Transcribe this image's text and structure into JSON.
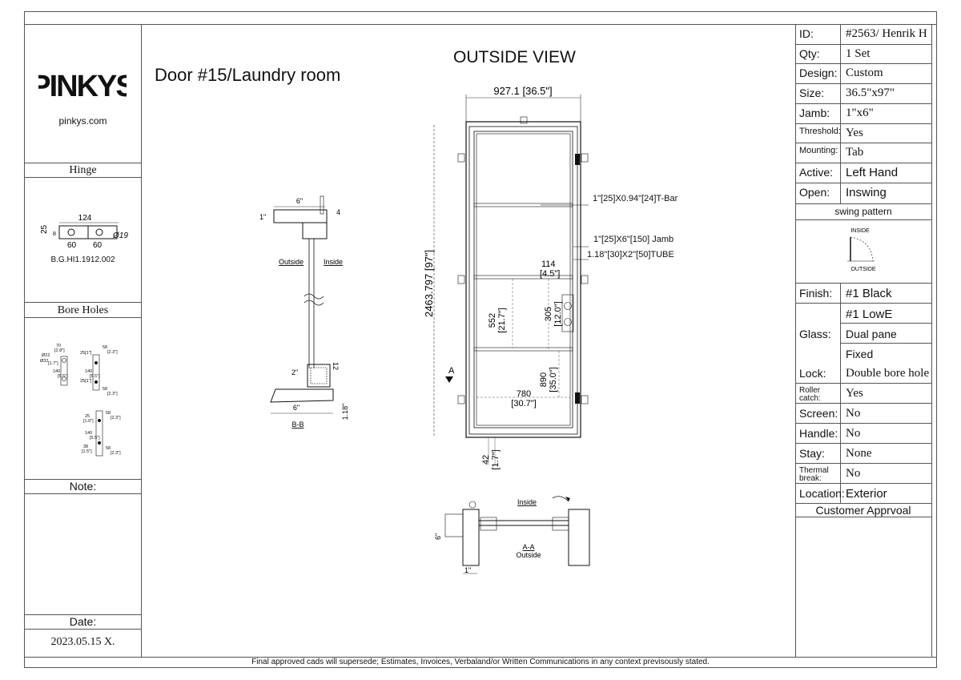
{
  "brand": {
    "logo_text": "PINKYS",
    "website": "pinkys.com"
  },
  "sections": {
    "hinge": {
      "title": "Hinge",
      "dims": {
        "width": "124",
        "height": "25",
        "inner": "8",
        "left": "60",
        "right": "60",
        "diameter": "Ø19"
      },
      "code": "B.G.HI1.1912.002"
    },
    "bore_holes": {
      "title": "Bore Holes",
      "top_dims": [
        "70",
        "[2.8\"]",
        "Ø22",
        "Ø32",
        "[1.7\"]",
        "140",
        "[5.5\"]",
        "25[1\"]",
        "140",
        "[5.5\"]",
        "58",
        "[2.3\"]",
        "25[1\"]",
        "58",
        "[2.3\"]"
      ],
      "bottom_dims": [
        "25",
        "[1.0\"]",
        "140",
        "[5.5\"]",
        "38",
        "[1.5\"]",
        "58",
        "[2.3\"]",
        "58",
        "[2.3\"]"
      ]
    },
    "note": {
      "title": "Note:"
    },
    "date": {
      "title": "Date:",
      "value": "2023.05.15 X."
    }
  },
  "drawing": {
    "title": "OUTSIDE  VIEW",
    "door_label": "Door #15/Laundry room",
    "width_dim": "927.1 [36.5\"]",
    "height_dim": "2463.797 [97\"]",
    "tbar": "1\"[25]X0.94\"[24]T-Bar",
    "jamb": "1\"[25]X6\"[150] Jamb",
    "tube": "1.18\"[30]X2\"[50]TUBE",
    "dim_114": "114",
    "dim_114_in": "[4.5\"]",
    "dim_552": "552",
    "dim_552_in": "[21.7\"]",
    "dim_305": "305",
    "dim_305_in": "[12.0\"]",
    "dim_890": "890",
    "dim_890_in": "[35.0\"]",
    "dim_780": "780",
    "dim_780_in": "[30.7\"]",
    "dim_42": "42",
    "dim_42_in": "[1.7\"]",
    "section_a": "A",
    "bb": {
      "top": "6\"",
      "left": "1\"",
      "right": "4",
      "outside": "Outside",
      "inside": "Inside",
      "two": "2\"",
      "twelve": "12",
      "bottom": "6\"",
      "side": "1.18\"",
      "label": "B-B"
    },
    "aa": {
      "inside": "Inside",
      "label": "A-A",
      "outside": "Outside",
      "six": "6\"",
      "one": "1\""
    }
  },
  "spec_table": [
    {
      "label": "ID:",
      "value": "#2563/ Henrik H"
    },
    {
      "label": "Qty:",
      "value": "1 Set"
    },
    {
      "label": "Design:",
      "value": "Custom"
    },
    {
      "label": "Size:",
      "value": "36.5\"x97\""
    },
    {
      "label": "Jamb:",
      "value": "1\"x6\""
    },
    {
      "label": "Threshold:",
      "value": "Yes"
    },
    {
      "label": "Mounting:",
      "value": "Tab"
    },
    {
      "label": "Active:",
      "value": "Left Hand"
    },
    {
      "label": "Open:",
      "value": "Inswing"
    }
  ],
  "swing": {
    "title": "swing pattern",
    "inside": "INSIDE",
    "outside": "OUTSIDE"
  },
  "spec_table2": [
    {
      "label": "Finish:",
      "value": "#1  Black"
    },
    {
      "label": "Lock:",
      "value": "Double bore hole"
    },
    {
      "label": "Roller catch:",
      "value": "Yes"
    },
    {
      "label": "Screen:",
      "value": "No"
    },
    {
      "label": "Handle:",
      "value": "No"
    },
    {
      "label": "Stay:",
      "value": "None"
    },
    {
      "label": "Thermal break:",
      "value": "No"
    },
    {
      "label": "Location:",
      "value": "Exterior"
    }
  ],
  "glass": {
    "label": "Glass:",
    "values": [
      "#1  LowE",
      "Dual pane",
      "Fixed"
    ]
  },
  "approval": "Customer  Apprvoal",
  "footer": "Final approved cads will supersede; Estimates, Invoices, Verbaland/or Written Communications in any context previsously stated."
}
